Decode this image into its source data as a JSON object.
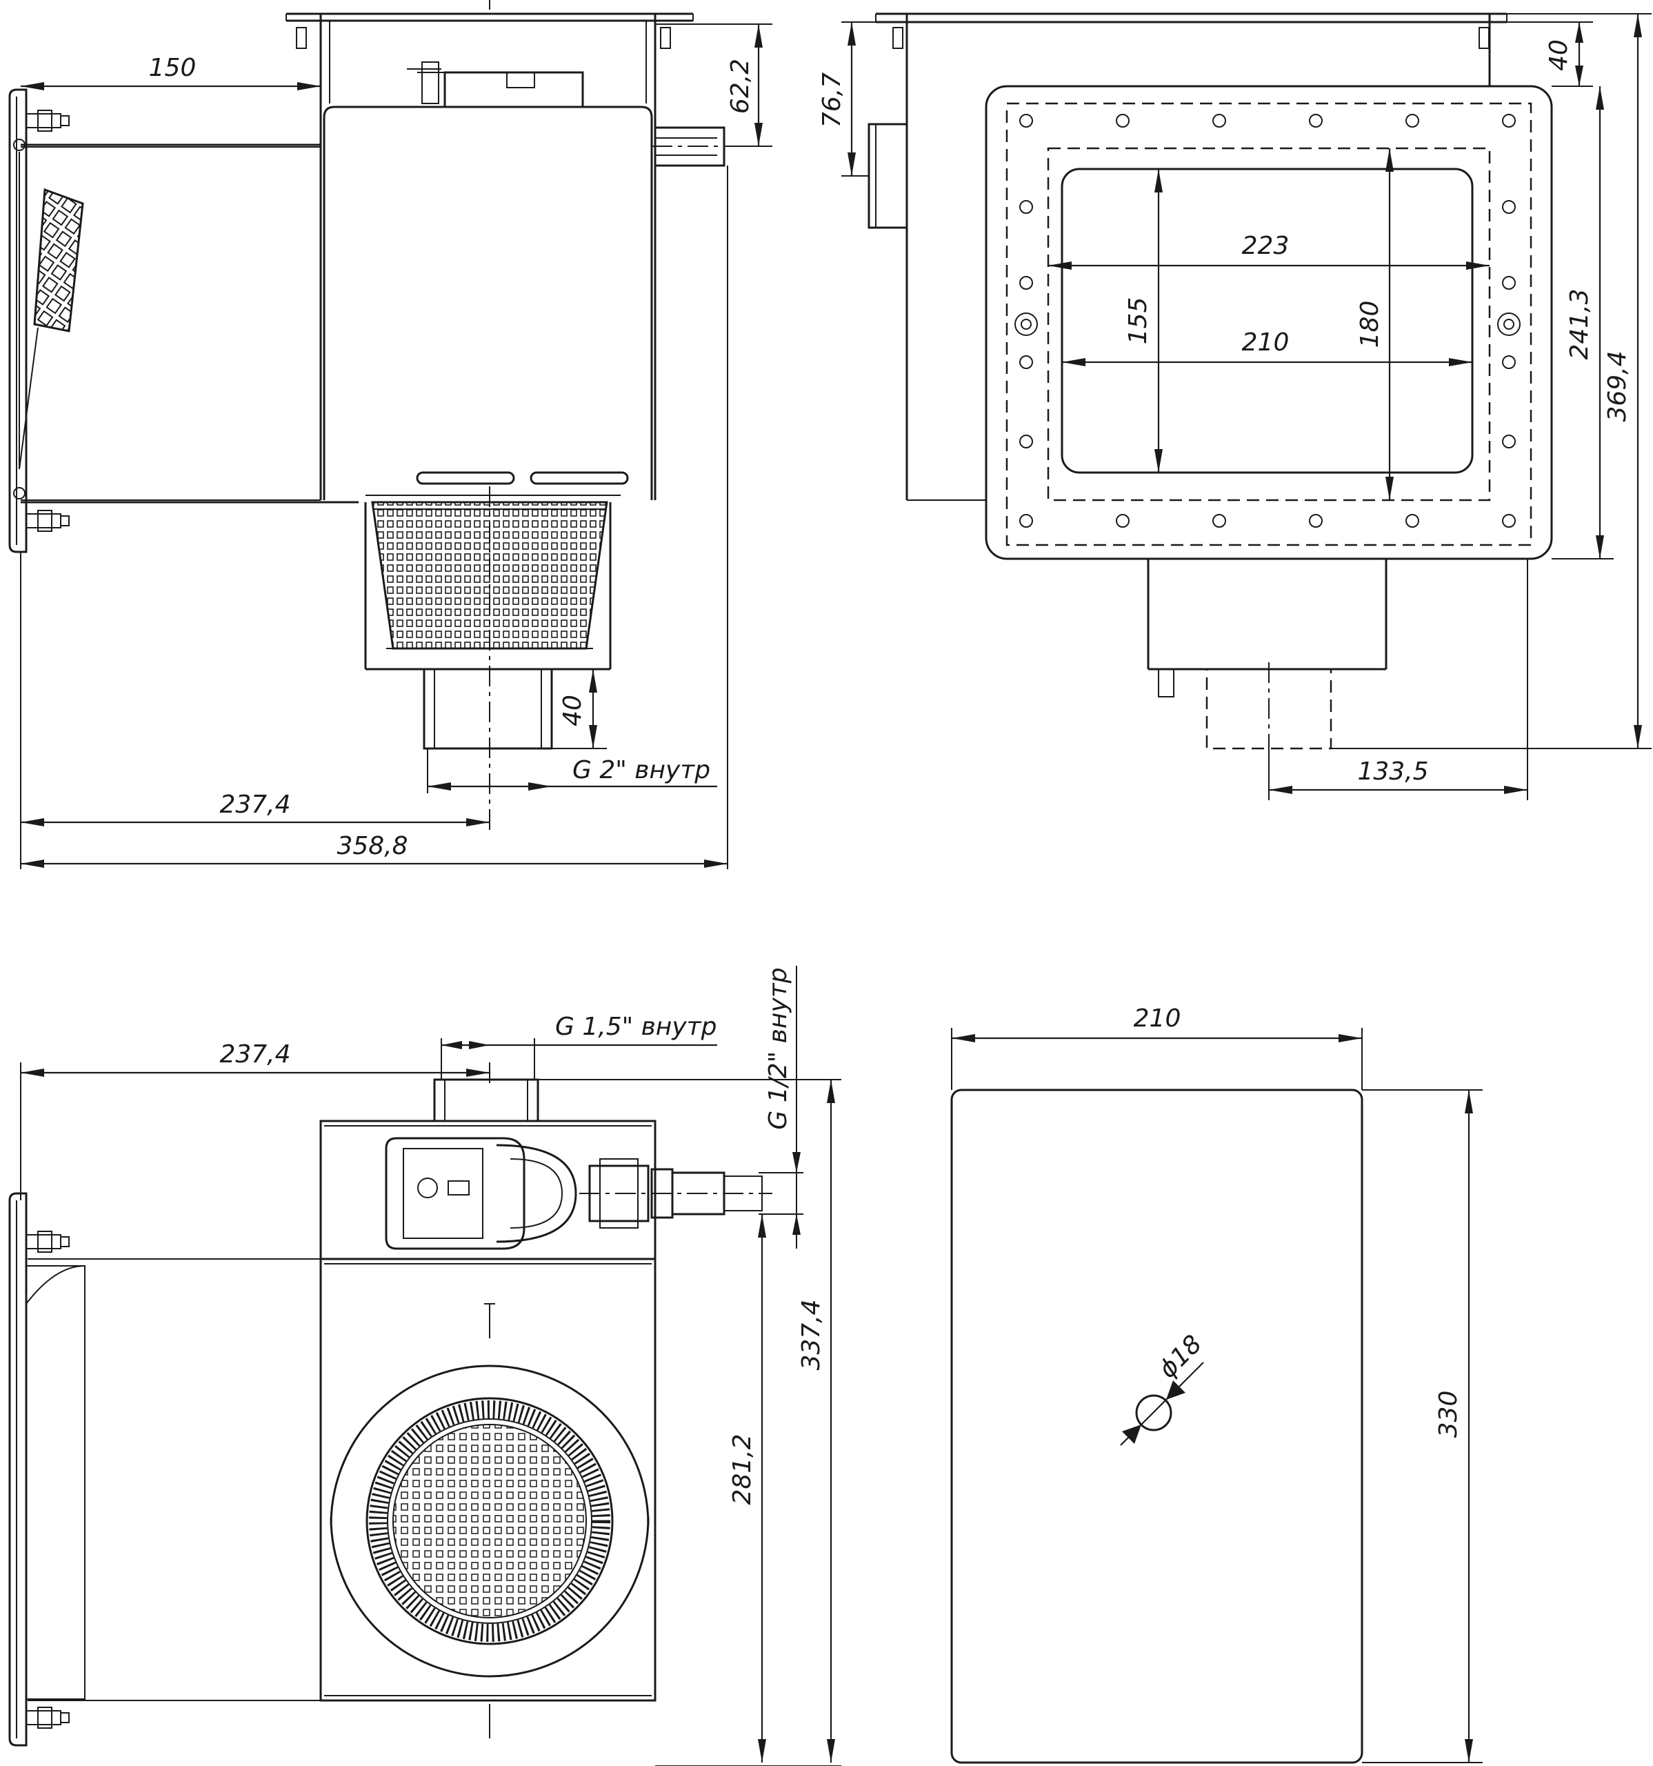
{
  "views": {
    "side_view": {
      "dims": {
        "d150": "150",
        "d62_2": "62,2",
        "d40": "40",
        "d237_4": "237,4",
        "d358_8": "358,8",
        "thread": "G 2\" внутр"
      }
    },
    "front_view": {
      "dims": {
        "d76_7": "76,7",
        "d40": "40",
        "d223": "223",
        "d210": "210",
        "d155": "155",
        "d180": "180",
        "d241_3": "241,3",
        "d369_4": "369,4",
        "d133_5": "133,5"
      }
    },
    "top_view": {
      "dims": {
        "d237_4": "237,4",
        "thread_1_5": "G 1,5\" внутр",
        "thread_1_2": "G 1/2\" внутр",
        "d337_4": "337,4",
        "d281_2": "281,2"
      }
    },
    "plate_view": {
      "dims": {
        "d210": "210",
        "d330": "330",
        "hole": "ϕ18"
      }
    }
  }
}
